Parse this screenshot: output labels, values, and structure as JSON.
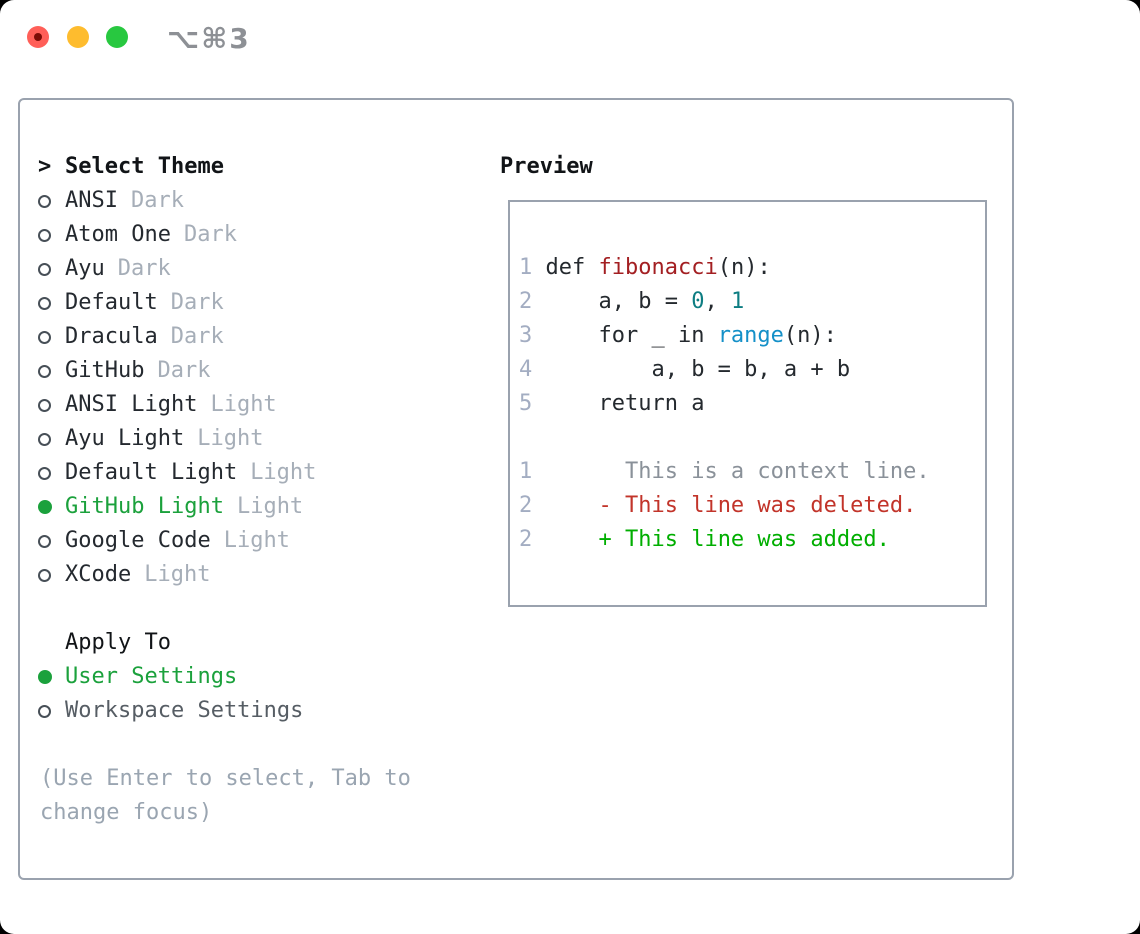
{
  "window": {
    "title": "⌥⌘3"
  },
  "colors": {
    "window_bg": "#ffffff",
    "border_gray": "#9aa2ae",
    "title_gray": "#8d9095",
    "traffic_red": "#ff5f58",
    "traffic_red_dot": "#7c0c06",
    "traffic_yellow": "#febc2e",
    "traffic_green": "#28c840",
    "text_black": "#111417",
    "theme_name": "#24292f",
    "variant_gray": "#a6aeb8",
    "ring_gray": "#474f57",
    "selection_green": "#1ba13c",
    "secondary_text": "#565d64",
    "hint_gray": "#9aa5b1",
    "line_number": "#a3adc2",
    "code_text": "#24292e",
    "function_red": "#a31f22",
    "literal_teal": "#0d7d82",
    "builtin_blue": "#1490c8",
    "context_gray": "#8a9199",
    "deleted_red": "#c2342a",
    "added_green": "#00ae00"
  },
  "select_theme": {
    "prompt": ">",
    "title": "Select Theme",
    "items": [
      {
        "name": "ANSI",
        "variant": "Dark",
        "selected": false
      },
      {
        "name": "Atom One",
        "variant": "Dark",
        "selected": false
      },
      {
        "name": "Ayu",
        "variant": "Dark",
        "selected": false
      },
      {
        "name": "Default",
        "variant": "Dark",
        "selected": false
      },
      {
        "name": "Dracula",
        "variant": "Dark",
        "selected": false
      },
      {
        "name": "GitHub",
        "variant": "Dark",
        "selected": false
      },
      {
        "name": "ANSI Light",
        "variant": "Light",
        "selected": false
      },
      {
        "name": "Ayu Light",
        "variant": "Light",
        "selected": false
      },
      {
        "name": "Default Light",
        "variant": "Light",
        "selected": false
      },
      {
        "name": "GitHub Light",
        "variant": "Light",
        "selected": true
      },
      {
        "name": "Google Code",
        "variant": "Light",
        "selected": false
      },
      {
        "name": "XCode",
        "variant": "Light",
        "selected": false
      }
    ]
  },
  "apply_to": {
    "title": "Apply To",
    "options": [
      {
        "label": "User Settings",
        "selected": true
      },
      {
        "label": "Workspace Settings",
        "selected": false
      }
    ]
  },
  "hint": "(Use Enter to select, Tab to change focus)",
  "preview": {
    "title": "Preview",
    "lines": [
      {
        "segments": [
          {
            "text": "1 ",
            "style": "num"
          },
          {
            "text": "def ",
            "style": "code"
          },
          {
            "text": "fibonacci",
            "style": "func"
          },
          {
            "text": "(n):",
            "style": "code"
          }
        ]
      },
      {
        "segments": [
          {
            "text": "2 ",
            "style": "num"
          },
          {
            "text": "    a, b = ",
            "style": "code"
          },
          {
            "text": "0",
            "style": "lit"
          },
          {
            "text": ", ",
            "style": "code"
          },
          {
            "text": "1",
            "style": "lit"
          }
        ]
      },
      {
        "segments": [
          {
            "text": "3 ",
            "style": "num"
          },
          {
            "text": "    for _ in ",
            "style": "code"
          },
          {
            "text": "range",
            "style": "builtin"
          },
          {
            "text": "(n):",
            "style": "code"
          }
        ]
      },
      {
        "segments": [
          {
            "text": "4 ",
            "style": "num"
          },
          {
            "text": "        a, b = b, a + b",
            "style": "code"
          }
        ]
      },
      {
        "segments": [
          {
            "text": "5 ",
            "style": "num"
          },
          {
            "text": "    return a",
            "style": "code"
          }
        ]
      },
      {
        "segments": []
      },
      {
        "segments": [
          {
            "text": "1 ",
            "style": "num"
          },
          {
            "text": "      This is a context line.",
            "style": "ctx"
          }
        ]
      },
      {
        "segments": [
          {
            "text": "2 ",
            "style": "num"
          },
          {
            "text": "    ",
            "style": "code"
          },
          {
            "text": "- This line was deleted.",
            "style": "del"
          }
        ]
      },
      {
        "segments": [
          {
            "text": "2 ",
            "style": "num"
          },
          {
            "text": "    ",
            "style": "code"
          },
          {
            "text": "+ This line was added.",
            "style": "add"
          }
        ]
      }
    ]
  }
}
